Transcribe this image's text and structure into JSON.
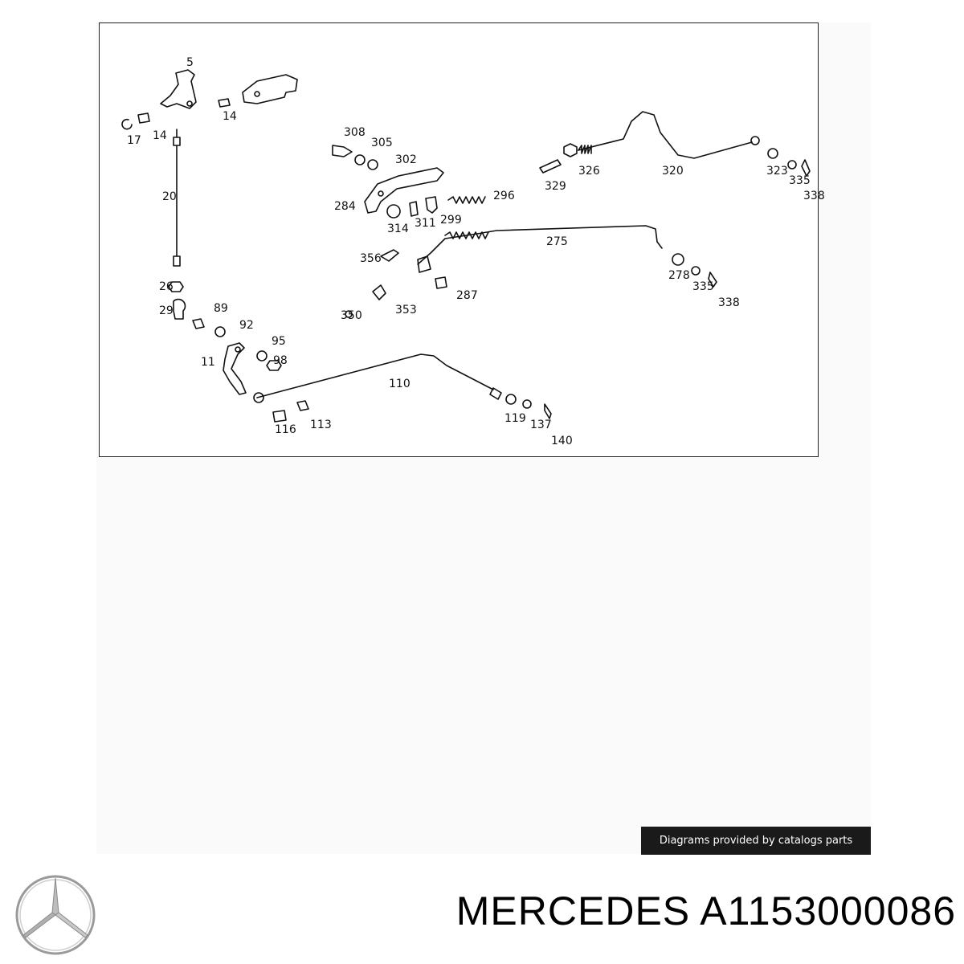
{
  "diagram": {
    "callouts": [
      "5",
      "14",
      "17",
      "14",
      "20",
      "26",
      "29",
      "89",
      "92",
      "95",
      "98",
      "11",
      "116",
      "113",
      "110",
      "119",
      "137",
      "140",
      "308",
      "305",
      "302",
      "284",
      "296",
      "314",
      "311",
      "299",
      "356",
      "350",
      "353",
      "287",
      "275",
      "278",
      "335",
      "338",
      "329",
      "326",
      "320",
      "323",
      "335",
      "338"
    ]
  },
  "credit_text": "Diagrams provided by catalogs parts",
  "brand": "MERCEDES",
  "part_number": "A1153000086",
  "logo_icon": "mercedes-star-icon"
}
